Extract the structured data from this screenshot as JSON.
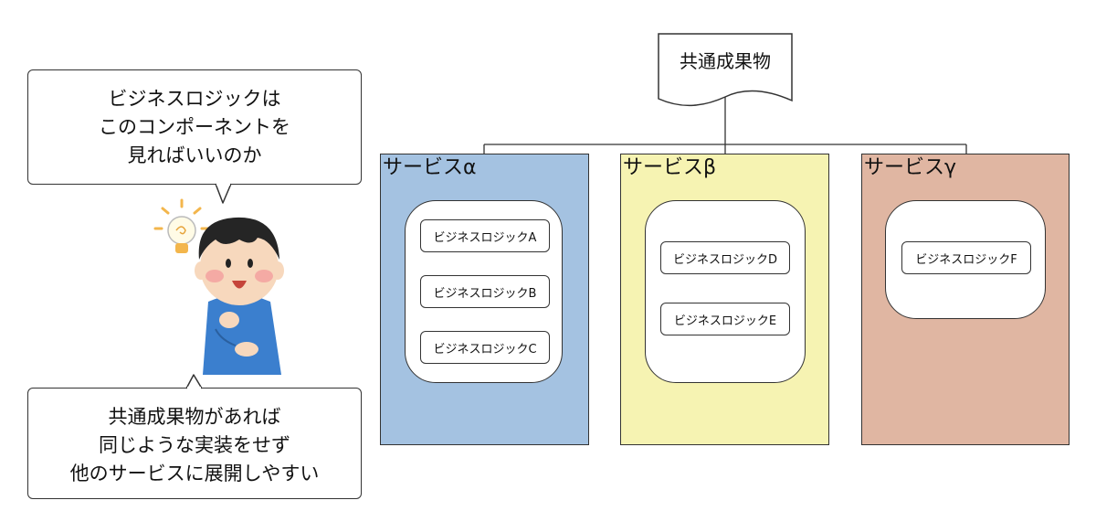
{
  "speech_top": {
    "lines": [
      "ビジネスロジックは",
      "このコンポーネントを",
      "見ればいいのか"
    ]
  },
  "speech_bottom": {
    "lines": [
      "共通成果物があれば",
      "同じような実装をせず",
      "他のサービスに展開しやすい"
    ]
  },
  "shared_artifact": {
    "label": "共通成果物"
  },
  "services": [
    {
      "label": "サービスα",
      "color": "#a4c2e1",
      "logic": [
        "ビジネスロジックA",
        "ビジネスロジックB",
        "ビジネスロジックC"
      ]
    },
    {
      "label": "サービスβ",
      "color": "#f6f3b2",
      "logic": [
        "ビジネスロジックD",
        "ビジネスロジックE"
      ]
    },
    {
      "label": "サービスγ",
      "color": "#e0b6a2",
      "logic": [
        "ビジネスロジックF"
      ]
    }
  ],
  "icons": {
    "person": "person-with-idea-illustration",
    "idea": "lightbulb-icon"
  }
}
